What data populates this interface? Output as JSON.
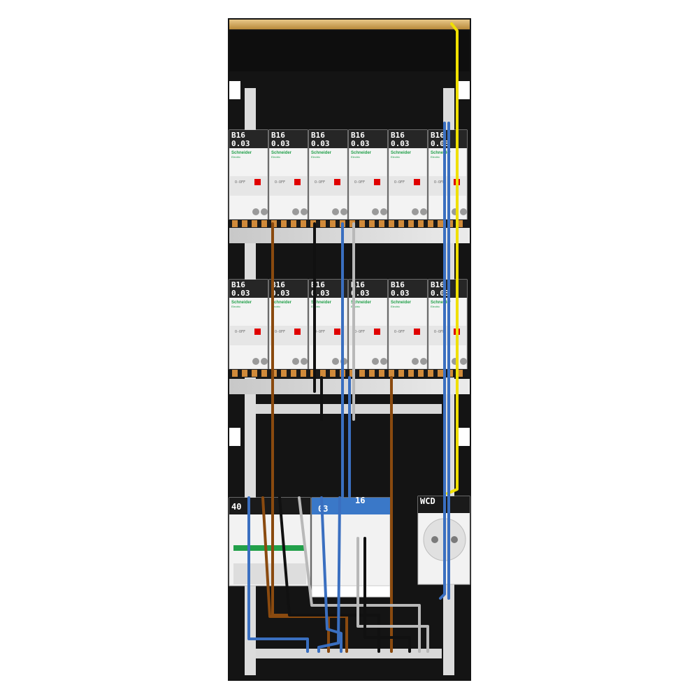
{
  "panel": {
    "brand": "Schneider",
    "brand_sub": "Electric",
    "off_label": "O-OFF",
    "rows": [
      {
        "modules": [
          {
            "rating": "B16",
            "sensitivity": "0.03"
          },
          {
            "rating": "B16",
            "sensitivity": "0.03"
          },
          {
            "rating": "B16",
            "sensitivity": "0.03"
          },
          {
            "rating": "B16",
            "sensitivity": "0.03"
          },
          {
            "rating": "B16",
            "sensitivity": "0.03"
          },
          {
            "rating": "B16",
            "sensitivity": "0.03"
          }
        ]
      },
      {
        "modules": [
          {
            "rating": "B16",
            "sensitivity": "0.03"
          },
          {
            "rating": "B16",
            "sensitivity": "0.03"
          },
          {
            "rating": "B16",
            "sensitivity": "0.03"
          },
          {
            "rating": "B16",
            "sensitivity": "0.03"
          },
          {
            "rating": "B16",
            "sensitivity": "0.03"
          },
          {
            "rating": "B16",
            "sensitivity": "0.03"
          }
        ]
      }
    ],
    "bottom": {
      "main_switch_label": "40",
      "rcd_label": "03",
      "mcb_label": "16",
      "socket_label": "WCD"
    }
  },
  "wire_colors": {
    "brown": "#8a4a0f",
    "blue": "#3a6fc0",
    "black": "#111111",
    "grey": "#b8b8b8",
    "yellow": "#f0e000",
    "accent_red": "#e00000",
    "copper": "#d08a3a"
  }
}
